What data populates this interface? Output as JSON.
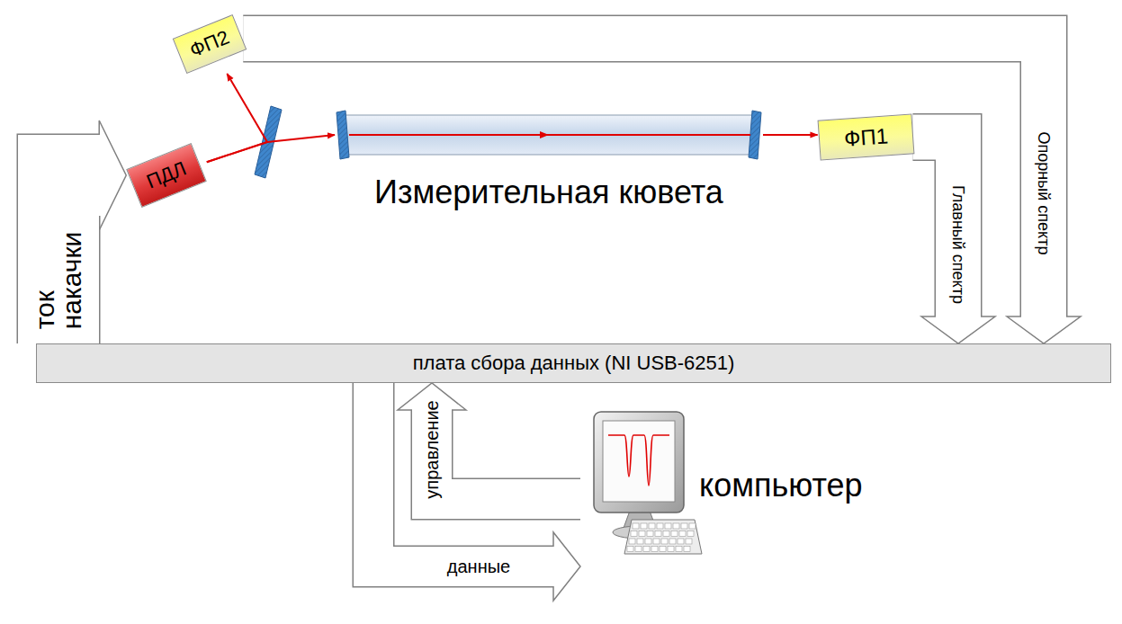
{
  "diagram": {
    "nodes": [
      {
        "text": [
          "ФП2"
        ]
      },
      {
        "text": [
          "ПДЛ"
        ]
      },
      {
        "text": [
          "Измерительная кювета"
        ]
      },
      {
        "text": [
          "ФП1"
        ]
      },
      {
        "text": [
          "плата сбора данных (NI USB-6251)"
        ]
      },
      {
        "text": [
          "компьютер"
        ]
      }
    ],
    "edges": [
      {
        "from": 4,
        "to": 1,
        "arrow": "to",
        "label": "ток накачки"
      },
      {
        "from": 1,
        "to": 2,
        "arrow": "to"
      },
      {
        "from": 1,
        "to": 0,
        "arrow": "to"
      },
      {
        "from": 2,
        "to": 3,
        "arrow": "to"
      },
      {
        "from": 3,
        "to": 4,
        "arrow": "to",
        "label": "Главный спектр"
      },
      {
        "from": 0,
        "to": 4,
        "arrow": "to",
        "label": "Опорный спектр"
      },
      {
        "from": 5,
        "to": 4,
        "arrow": "to",
        "label": "управление"
      },
      {
        "from": 4,
        "to": 5,
        "arrow": "to",
        "label": "данные"
      }
    ]
  }
}
